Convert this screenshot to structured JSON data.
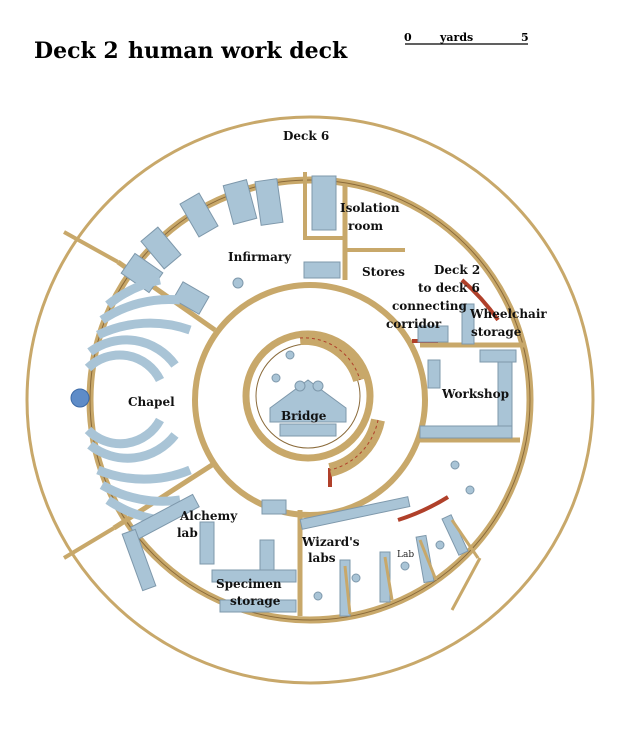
{
  "title": {
    "deck": "Deck 2",
    "name": "human work deck"
  },
  "scale": {
    "start": "0",
    "unit": "yards",
    "end": "5"
  },
  "rooms": {
    "deck6": "Deck 6",
    "isolation_line1": "Isolation",
    "isolation_line2": "room",
    "infirmary": "Infirmary",
    "stores": "Stores",
    "corridor_line1": "Deck 2",
    "corridor_line2": "to deck 6",
    "corridor_line3": "connecting",
    "corridor_line4": "corridor",
    "wheelchair_line1": "Wheelchair",
    "wheelchair_line2": "storage",
    "chapel": "Chapel",
    "bridge": "Bridge",
    "workshop": "Workshop",
    "alchemy_line1": "Alchemy",
    "alchemy_line2": "lab",
    "wizards_line1": "Wizard's",
    "wizards_line2": "labs",
    "lab": "Lab",
    "specimen_line1": "Specimen",
    "specimen_line2": "storage"
  },
  "colors": {
    "wall": "#c8a86a",
    "wall_dark": "#8a6a3a",
    "door_red": "#b0402a",
    "furniture": "#a9c4d6",
    "furniture_edge": "#7e98ab",
    "floor": "#ffffff"
  }
}
